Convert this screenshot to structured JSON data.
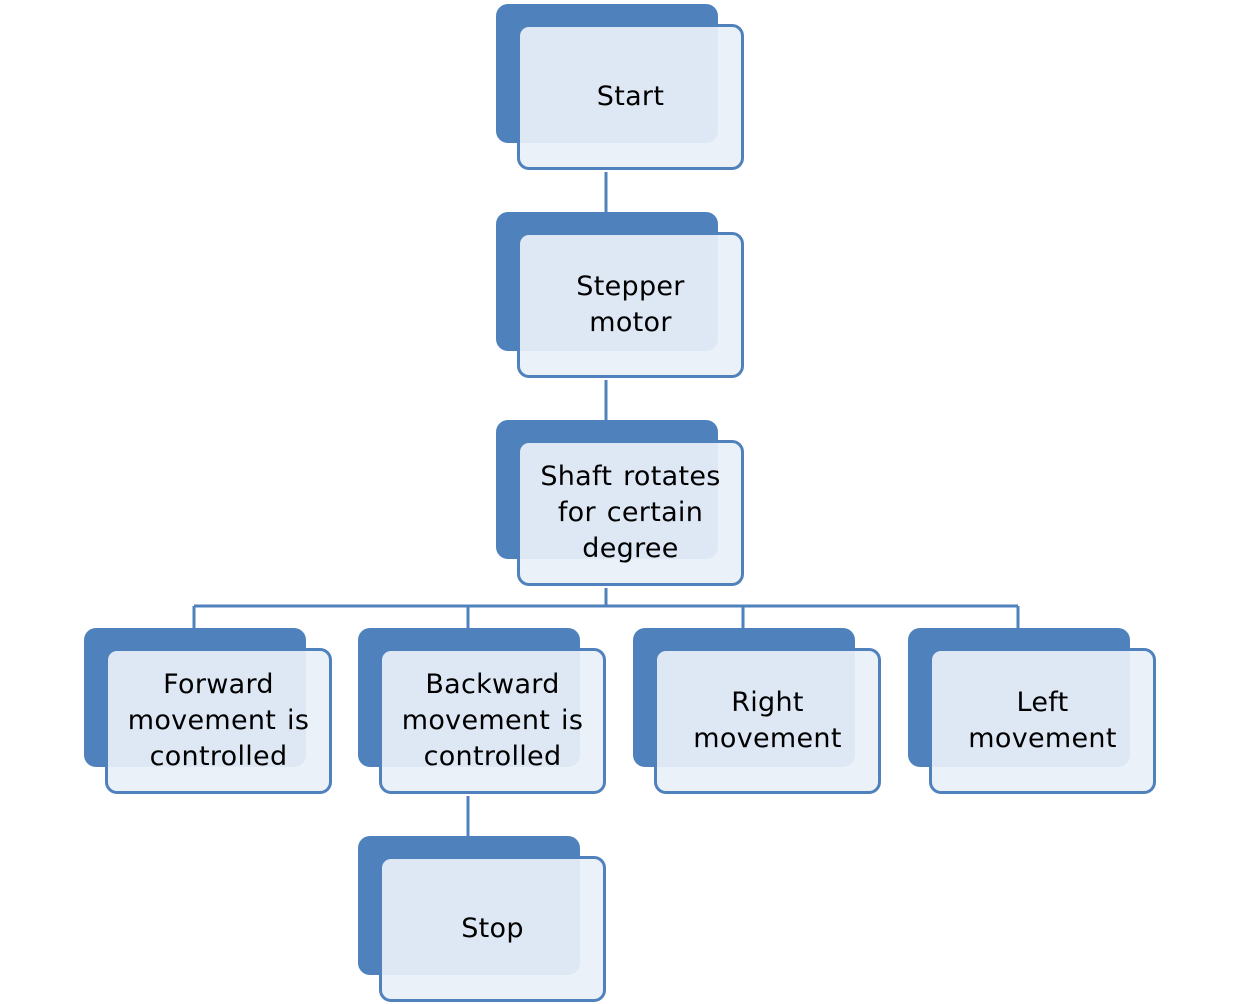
{
  "diagram": {
    "nodes": {
      "start": "Start",
      "stepper_l1": "Stepper",
      "stepper_l2": "motor",
      "shaft_l1": "Shaft rotates",
      "shaft_l2": "for certain",
      "shaft_l3": "degree",
      "forward_l1": "Forward",
      "forward_l2": "movement is",
      "forward_l3": "controlled",
      "backward_l1": "Backward",
      "backward_l2": "movement is",
      "backward_l3": "controlled",
      "right_l1": "Right",
      "right_l2": "movement",
      "left_l1": "Left",
      "left_l2": "movement",
      "stop": "Stop"
    },
    "colors": {
      "box_back": "#4f81bd",
      "box_front": "#e9f0f9",
      "connector": "#4f81bd"
    }
  }
}
